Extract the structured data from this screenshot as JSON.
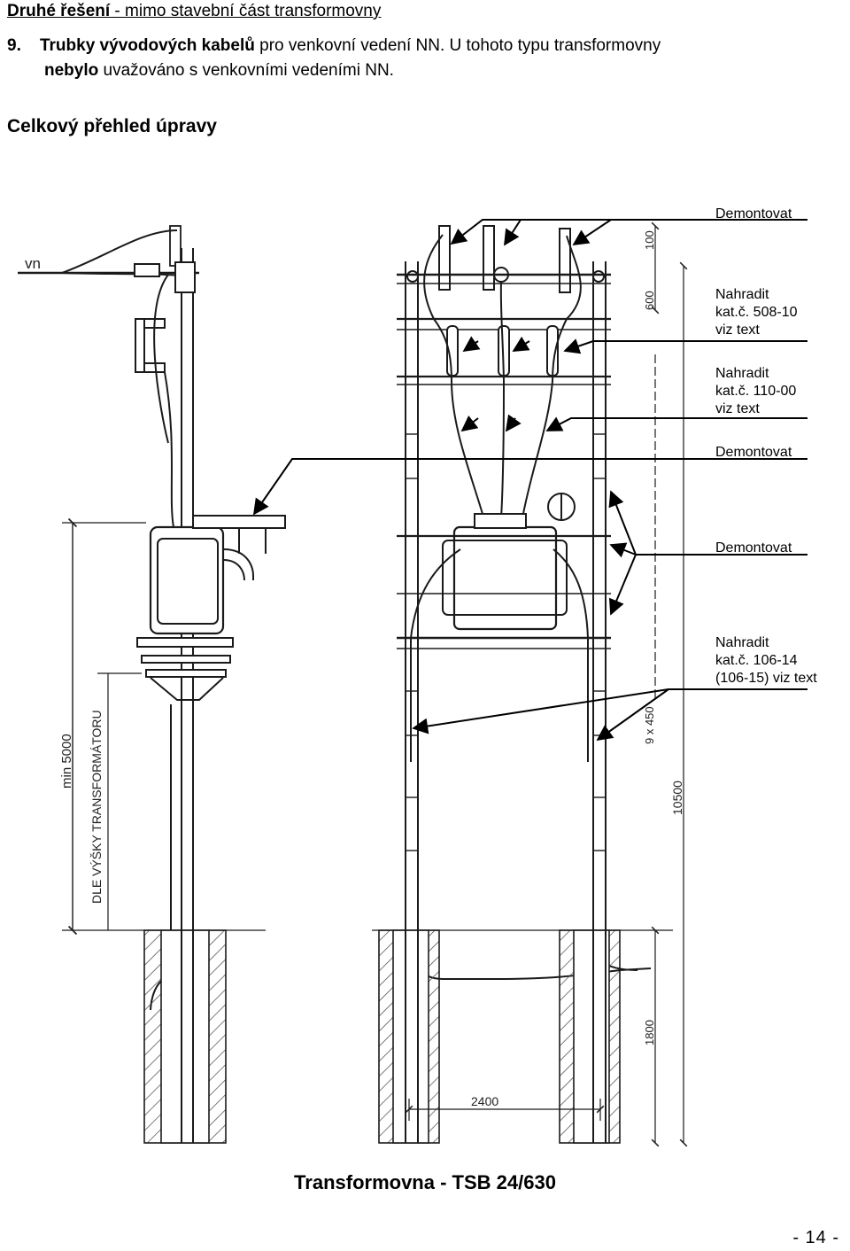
{
  "heading": {
    "bold": "Druhé řešení",
    "rest": " - mimo stavební část transformovny"
  },
  "item9": {
    "number": "9.",
    "bold1": "Trubky vývodových kabelů",
    "text1": " pro venkovní vedení NN. U tohoto typu transformovny",
    "bold2": "nebylo",
    "text2": " uvažováno s venkovními vedeními NN."
  },
  "overview_title": "Celkový přehled úpravy",
  "notes": [
    {
      "lines": [
        "Demontovat"
      ]
    },
    {
      "lines": [
        "Nahradit",
        "kat.č. 508-10",
        "viz text"
      ]
    },
    {
      "lines": [
        "Nahradit",
        "kat.č. 110-00",
        "viz text"
      ]
    },
    {
      "lines": [
        "Demontovat"
      ]
    },
    {
      "lines": [
        "Demontovat"
      ]
    },
    {
      "lines": [
        "Nahradit",
        "kat.č. 106-14",
        "(106-15) viz text"
      ]
    }
  ],
  "drawing_labels": {
    "vn": "vn",
    "min5000": "min 5000",
    "dle": "DLE VÝŠKY TRANSFORMÁTORU",
    "d100": "100",
    "d600": "600",
    "d9x450": "9 x 450",
    "d10500": "10500",
    "d1800": "1800",
    "d2400": "2400"
  },
  "caption": "Transformovna - TSB 24/630",
  "page_number": "- 14 -",
  "colors": {
    "ink": "#1a1a1a",
    "text": "#000000"
  }
}
